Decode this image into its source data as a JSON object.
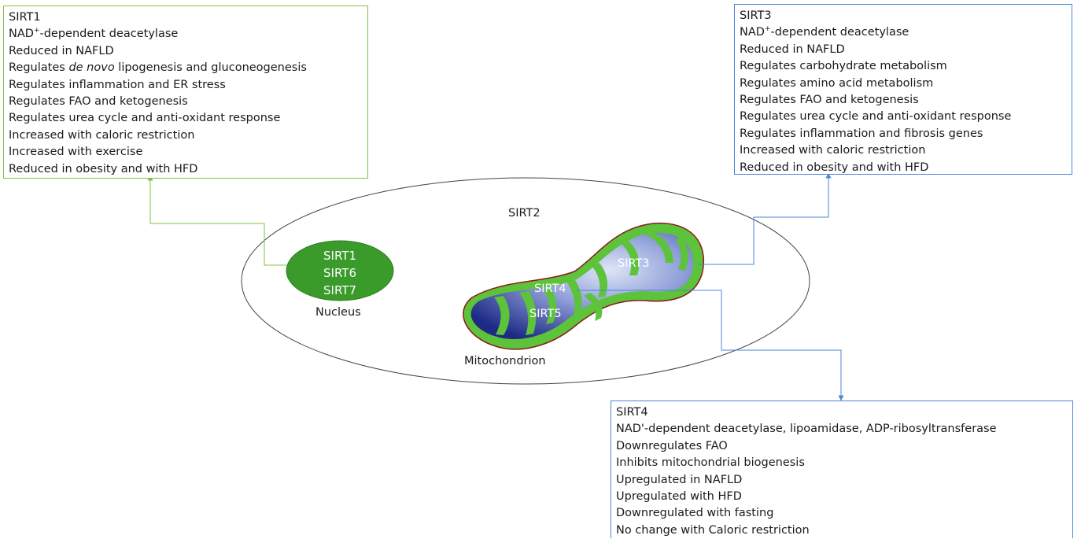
{
  "cell": {
    "label": "SIRT2"
  },
  "nucleus": {
    "sirtuins": [
      "SIRT1",
      "SIRT6",
      "SIRT7"
    ],
    "label": "Nucleus"
  },
  "mitochondrion": {
    "label": "Mitochondrion",
    "sirtuins": [
      "SIRT3",
      "SIRT4",
      "SIRT5"
    ]
  },
  "boxes": {
    "sirt1": {
      "title": "SIRT1",
      "line1_pre": "NAD",
      "line1_sup": "+",
      "line1_post": "-dependent deacetylase",
      "line2": "Reduced in NAFLD",
      "line3_pre": "Regulates ",
      "line3_em": "de novo",
      "line3_post": " lipogenesis and gluconeogenesis",
      "line4": "Regulates inflammation and ER stress",
      "line5": "Regulates FAO and ketogenesis",
      "line6": "Regulates urea cycle and anti-oxidant response",
      "line7": "Increased with caloric restriction",
      "line8": "Increased with exercise",
      "line9": "Reduced in obesity and with HFD"
    },
    "sirt3": {
      "title": "SIRT3",
      "line1_pre": "NAD",
      "line1_sup": "+",
      "line1_post": "-dependent deacetylase",
      "line2": "Reduced in NAFLD",
      "line3": "Regulates carbohydrate metabolism",
      "line4": "Regulates amino acid metabolism",
      "line5": "Regulates FAO and ketogenesis",
      "line6": "Regulates urea cycle and anti-oxidant response",
      "line7": "Regulates inflammation and fibrosis genes",
      "line8": "Increased with caloric restriction",
      "line9": "Reduced in obesity and with HFD"
    },
    "sirt4": {
      "title": "SIRT4",
      "lines": [
        "NAD'-dependent deacetylase, lipoamidase, ADP-ribosyltransferase",
        "Downregulates FAO",
        "Inhibits mitochondrial biogenesis",
        "Upregulated in NAFLD",
        "Upregulated with HFD",
        "Downregulated with fasting",
        "No change with Caloric restriction"
      ]
    }
  },
  "colors": {
    "sirt1_connector": "#7dc242",
    "sirt3_connector": "#4a86d8",
    "nucleus_fill": "#3a9a2a",
    "mito_outer": "#5cc33b",
    "mito_matrix_dark": "#1f2f8a",
    "mito_matrix_light": "#c9d3f0"
  }
}
